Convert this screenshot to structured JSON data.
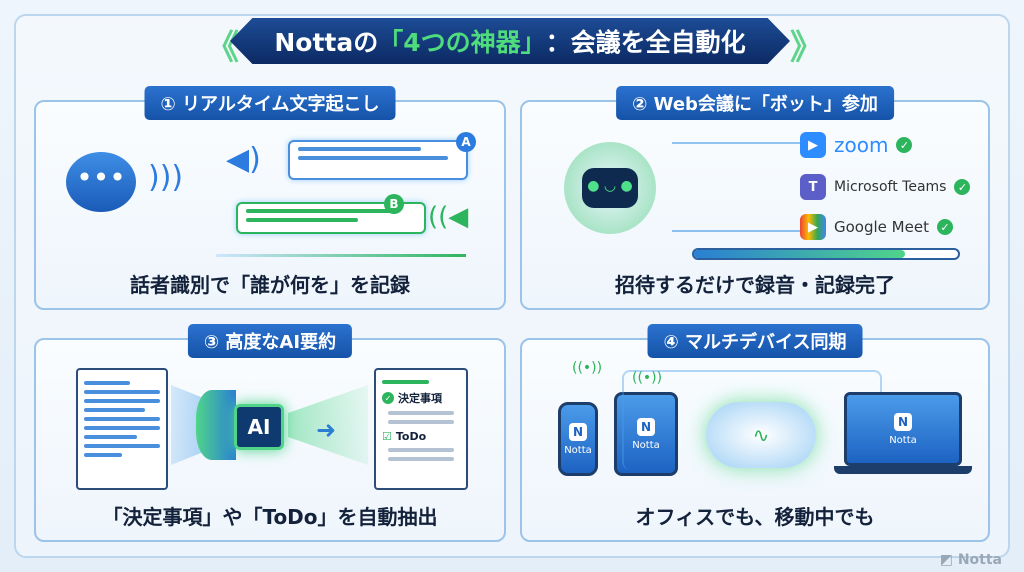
{
  "title": {
    "prefix": "Nottaの",
    "highlight": "「4つの神器」",
    "suffix": "：会議を全自動化"
  },
  "panels": [
    {
      "title": "① リアルタイム文字起こし",
      "caption": "話者識別で「誰が何を」を記録",
      "speakers": [
        "A",
        "B"
      ]
    },
    {
      "title": "② Web会議に「ボット」参加",
      "caption": "招待するだけで録音・記録完了",
      "apps": [
        "zoom",
        "Microsoft Teams",
        "Google Meet"
      ],
      "progress_percent": 80
    },
    {
      "title": "③ 高度なAI要約",
      "caption": "「決定事項」や「ToDo」を自動抽出",
      "chip": "AI",
      "summary_items": [
        "決定事項",
        "ToDo"
      ]
    },
    {
      "title": "④ マルチデバイス同期",
      "caption": "オフィスでも、移動中でも",
      "device_label": "Notta"
    }
  ],
  "watermark": "Notta",
  "colors": {
    "accent": "#1553a8",
    "green": "#2db55d"
  }
}
